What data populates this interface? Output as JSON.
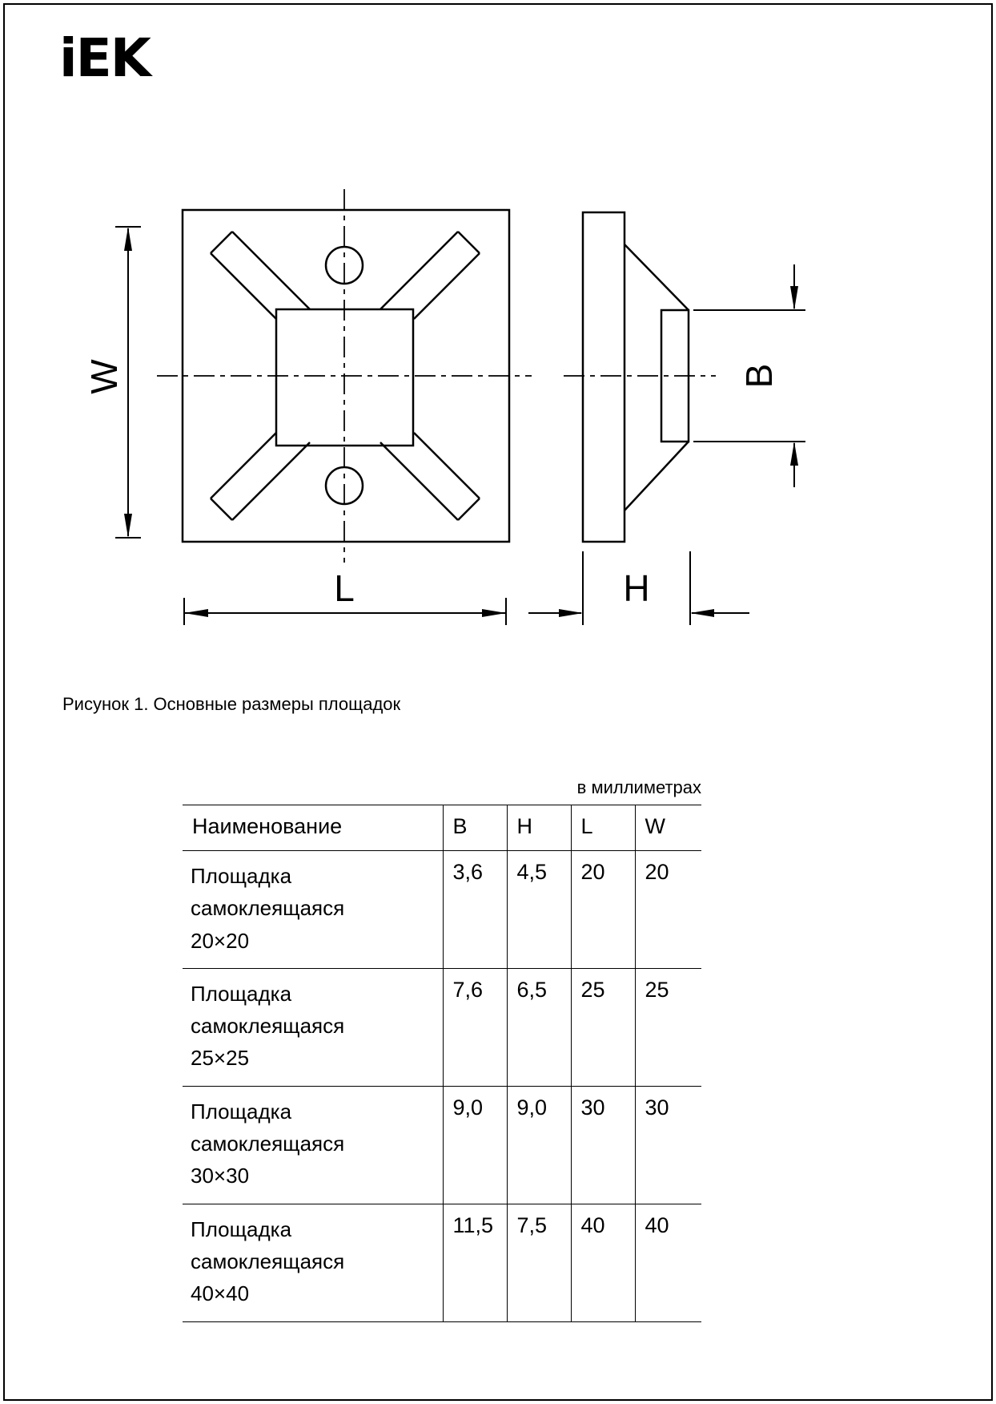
{
  "page": {
    "brand": "iEK",
    "figure_caption": "Рисунок 1. Основные размеры площадок",
    "units_note": "в миллиметрах"
  },
  "drawing": {
    "labels": {
      "w": "W",
      "l": "L",
      "h": "H",
      "b": "B"
    }
  },
  "table": {
    "headers": [
      "Наименование",
      "B",
      "H",
      "L",
      "W"
    ],
    "rows": [
      {
        "name": "Площадка самоклеящаяся\n20×20",
        "b": "3,6",
        "h": "4,5",
        "l": "20",
        "w": "20"
      },
      {
        "name": "Площадка самоклеящаяся\n25×25",
        "b": "7,6",
        "h": "6,5",
        "l": "25",
        "w": "25"
      },
      {
        "name": "Площадка самоклеящаяся\n30×30",
        "b": "9,0",
        "h": "9,0",
        "l": "30",
        "w": "30"
      },
      {
        "name": "Площадка самоклеящаяся\n40×40",
        "b": "11,5",
        "h": "7,5",
        "l": "40",
        "w": "40"
      }
    ]
  }
}
